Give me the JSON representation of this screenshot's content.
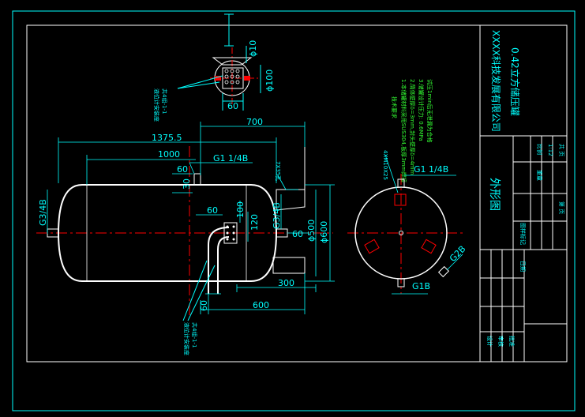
{
  "title_block": {
    "company": "XXXX科技发展有限公司",
    "product": "0.42立方储压罐",
    "view_name": "外形图",
    "scale_label": "比例",
    "scale_value": "1:12",
    "sheet_label": "共 页",
    "sheet_label2": "第 页",
    "weight_label": "重量",
    "stage_label": "图样标记",
    "drawn_label": "设计",
    "checked_label": "审核",
    "approved_label": "批准",
    "date_label": "日期"
  },
  "tech_notes": {
    "heading": "技术要求",
    "lines": [
      "1.本储罐材料采用SUS304,板厚3mm焊接",
      "2.筒体壁厚δ=3mm,封头壁厚δ=4mm",
      "3.储罐设计压力: 0.6MPa",
      "试压1min后无泄漏为合格"
    ]
  },
  "dimensions": {
    "overall_length": "1375.5",
    "inlet_offset": "1000",
    "top_span": "700",
    "port_g114": "G1 1/4B",
    "port_g34_left": "G3/4B",
    "port_g34_right": "G3/4B",
    "d100_top": "100",
    "d30": "30",
    "d60_a": "60",
    "d60_b": "60",
    "d60_c": "60",
    "d60_d": "60",
    "d120": "120",
    "d300": "300",
    "d600_bottom": "600",
    "phi500": "ϕ500",
    "phi600": "ϕ600",
    "phi10": "ϕ10",
    "phi100": "ϕ100",
    "detail_60": "60",
    "support_label": "7X35孔",
    "end_g114": "G1 1/4B",
    "end_g1b": "G1B",
    "end_g2b": "G2B",
    "end_tag": "4XM10X25"
  },
  "callouts": {
    "top_note_1": "液位计安装座",
    "top_note_2": "共4组-1-1",
    "bottom_note_1": "液位计安装座",
    "bottom_note_2": "共4组-1-1"
  },
  "colors": {
    "background": "#000000",
    "frame": "#00ffff",
    "vessel": "#ffffff",
    "centerline": "#ff0000",
    "notes": "#33ff33",
    "leader": "#00ffff"
  }
}
